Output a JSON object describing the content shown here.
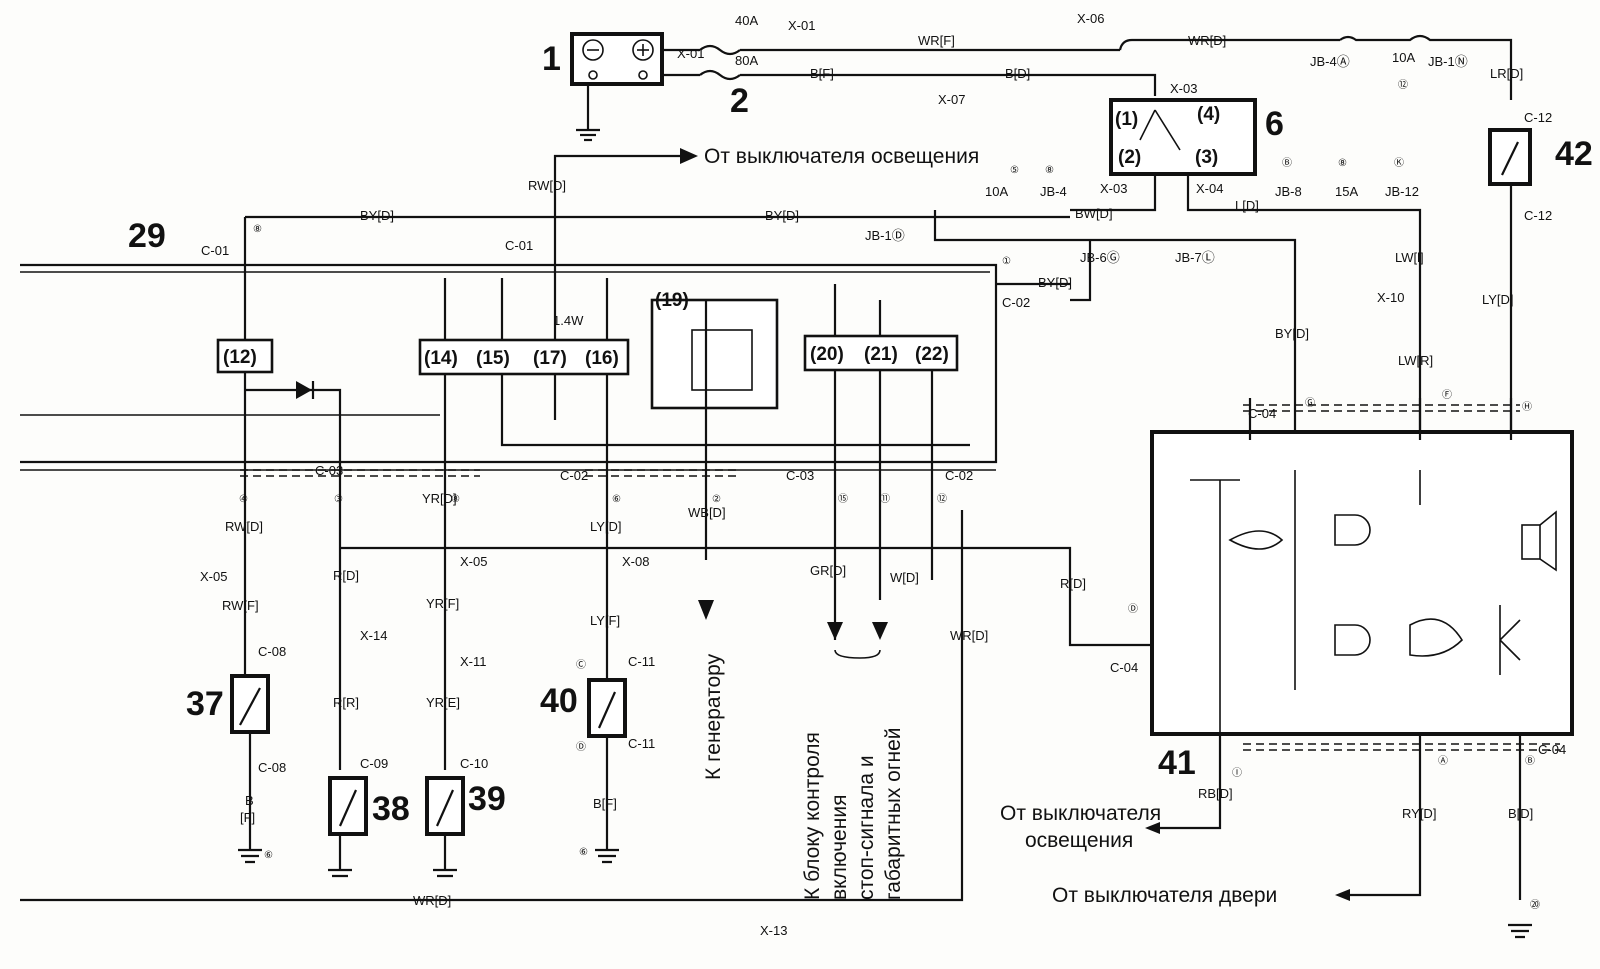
{
  "components": [
    {
      "id": "n1",
      "label": "1"
    },
    {
      "id": "n2",
      "label": "2"
    },
    {
      "id": "n6",
      "label": "6"
    },
    {
      "id": "n29",
      "label": "29"
    },
    {
      "id": "n37",
      "label": "37"
    },
    {
      "id": "n38",
      "label": "38"
    },
    {
      "id": "n39",
      "label": "39"
    },
    {
      "id": "n40",
      "label": "40"
    },
    {
      "id": "n41",
      "label": "41"
    },
    {
      "id": "n42",
      "label": "42"
    }
  ],
  "modules": {
    "m12": "(12)",
    "m14": "(14)",
    "m15": "(15)",
    "m17": "(17)",
    "m16": "(16)",
    "m19": "(19)",
    "m20": "(20)",
    "m21": "(21)",
    "m22": "(22)",
    "s1": "(1)",
    "s2": "(2)",
    "s3": "(3)",
    "s4": "(4)"
  },
  "fuses": {
    "f40a": "40A",
    "f80a": "80A",
    "f10a_top": "10A",
    "f10a_mid": "10A",
    "f15a": "15A"
  },
  "wires": {
    "wr_f": "WR[F]",
    "wr_d_top": "WR[D]",
    "b_f": "B[F]",
    "b_d": "B[D]",
    "lr_d": "LR[D]",
    "rw_d_top": "RW[D]",
    "by_d_1": "BY[D]",
    "by_d_2": "BY[D]",
    "bw_d": "BW[D]",
    "l_d": "L[D]",
    "by_d_3": "BY[D]",
    "lw_l": "LW[l]",
    "lw_r": "LW[R]",
    "ly_d_top": "LY[D]",
    "by_d_right": "BY[D]",
    "rw_d": "RW[D]",
    "rw_f": "RW[F]",
    "b_f_left": "B",
    "f_left": "[F]",
    "r_d": "R[D]",
    "r_r": "R[R]",
    "yr_d": "YR[D]",
    "yr_f": "YR[F]",
    "yr_e": "YR[E]",
    "ly_d": "LY[D]",
    "ly_f": "LY[F]",
    "b_f_40": "B[F]",
    "wb_d": "WB[D]",
    "gr_d": "GR[D]",
    "w_d": "W[D]",
    "wr_d_mid": "WR[D]",
    "r_d_right": "R[D]",
    "rb_d": "RB[D]",
    "ry_d": "RY[D]",
    "b_d_right": "B[D]",
    "wr_d_bottom": "WR[D]",
    "w14": "1.4W"
  },
  "connectors": {
    "x01a": "X-01",
    "x01b": "X-01",
    "x06": "X-06",
    "x07": "X-07",
    "x03a": "X-03",
    "x03b": "X-03",
    "x04": "X-04",
    "jb4a": "JB-4Ⓐ",
    "jb1n": "JB-1Ⓝ",
    "c12a": "C-12",
    "c12b": "C-12",
    "jb4": "JB-4",
    "jb8": "JB-8",
    "jb12": "JB-12",
    "jb1d": "JB-1Ⓓ",
    "jb6g": "JB-6Ⓖ",
    "jb7l": "JB-7Ⓛ",
    "c01a": "C-01",
    "c01b": "C-01",
    "c02a": "C-02",
    "x10": "X-10",
    "c04a": "C-04",
    "c03a": "C-03",
    "c02b": "C-02",
    "c03b": "C-03",
    "c02c": "C-02",
    "x05a": "X-05",
    "x05b": "X-05",
    "x08": "X-08",
    "c08a": "C-08",
    "c08b": "C-08",
    "x14": "X-14",
    "c09": "C-09",
    "x11": "X-11",
    "c10": "C-10",
    "c11a": "C-11",
    "c11b": "C-11",
    "c04b": "C-04",
    "c04c": "C-04",
    "x13": "X-13"
  },
  "notes": {
    "from_light_switch_top": "От выключателя освещения",
    "to_generator": "К генератору",
    "to_stop_unit_1": "К блоку контроля",
    "to_stop_unit_2": "включения",
    "to_stop_unit_3": "стоп-сигнала и",
    "to_stop_unit_4": "габаритных огней",
    "from_light_switch_1": "От выключателя",
    "from_light_switch_2": "освещения",
    "from_door_switch": "От выключателя двери"
  },
  "circled": {
    "c_5": "⑤",
    "c_8": "⑧",
    "c_8b": "⑧",
    "c_12": "⑫",
    "c_k": "Ⓚ",
    "c_b": "Ⓑ",
    "c_8c": "⑧",
    "c_1": "①",
    "c_4": "④",
    "c_3": "③",
    "c_8d": "⑧",
    "c_6": "⑥",
    "c_2": "②",
    "c_15": "⑮",
    "c_11": "⑪",
    "c_12b": "⑫",
    "c_g": "Ⓖ",
    "c_f": "Ⓕ",
    "c_h": "Ⓗ",
    "c_d": "Ⓓ",
    "c_i": "Ⓘ",
    "c_a": "Ⓐ",
    "c_b2": "Ⓑ",
    "c_6b": "⑥",
    "c_6c": "⑥",
    "c_20": "⑳",
    "c_c": "Ⓒ",
    "c_d2": "Ⓓ"
  }
}
